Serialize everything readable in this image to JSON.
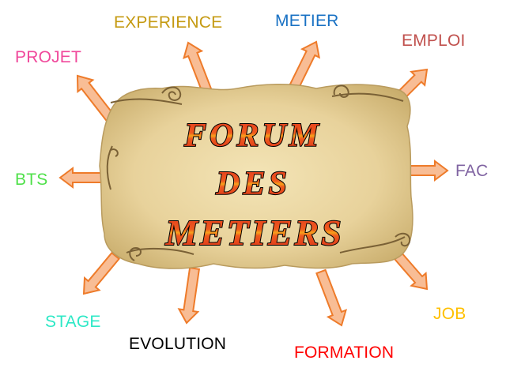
{
  "title": {
    "line1": "FORUM",
    "line2": "DES",
    "line3": "METIERS"
  },
  "colors": {
    "arrow_fill": "#f8bd95",
    "arrow_stroke": "#ee7b2a",
    "parchment": "#e9d39c",
    "parchment_dark": "#b59a5c",
    "title_red": "#e3361c",
    "title_orange": "#f7a11c"
  },
  "branches": [
    {
      "id": "experience",
      "label": "EXPERIENCE",
      "color": "#c59a12",
      "direction": "up-left"
    },
    {
      "id": "metier",
      "label": "METIER",
      "color": "#1a72c4",
      "direction": "up-right"
    },
    {
      "id": "emploi",
      "label": "EMPLOI",
      "color": "#c0504d",
      "direction": "up-right"
    },
    {
      "id": "projet",
      "label": "PROJET",
      "color": "#f0489b",
      "direction": "up-left"
    },
    {
      "id": "bts",
      "label": "BTS",
      "color": "#4fe04a",
      "direction": "left"
    },
    {
      "id": "fac",
      "label": "FAC",
      "color": "#8064a2",
      "direction": "right"
    },
    {
      "id": "stage",
      "label": "STAGE",
      "color": "#2de8c6",
      "direction": "down-left"
    },
    {
      "id": "evolution",
      "label": "EVOLUTION",
      "color": "#000000",
      "direction": "down"
    },
    {
      "id": "job",
      "label": "JOB",
      "color": "#ffc000",
      "direction": "down-right"
    },
    {
      "id": "formation",
      "label": "FORMATION",
      "color": "#ff0000",
      "direction": "down-right"
    }
  ]
}
